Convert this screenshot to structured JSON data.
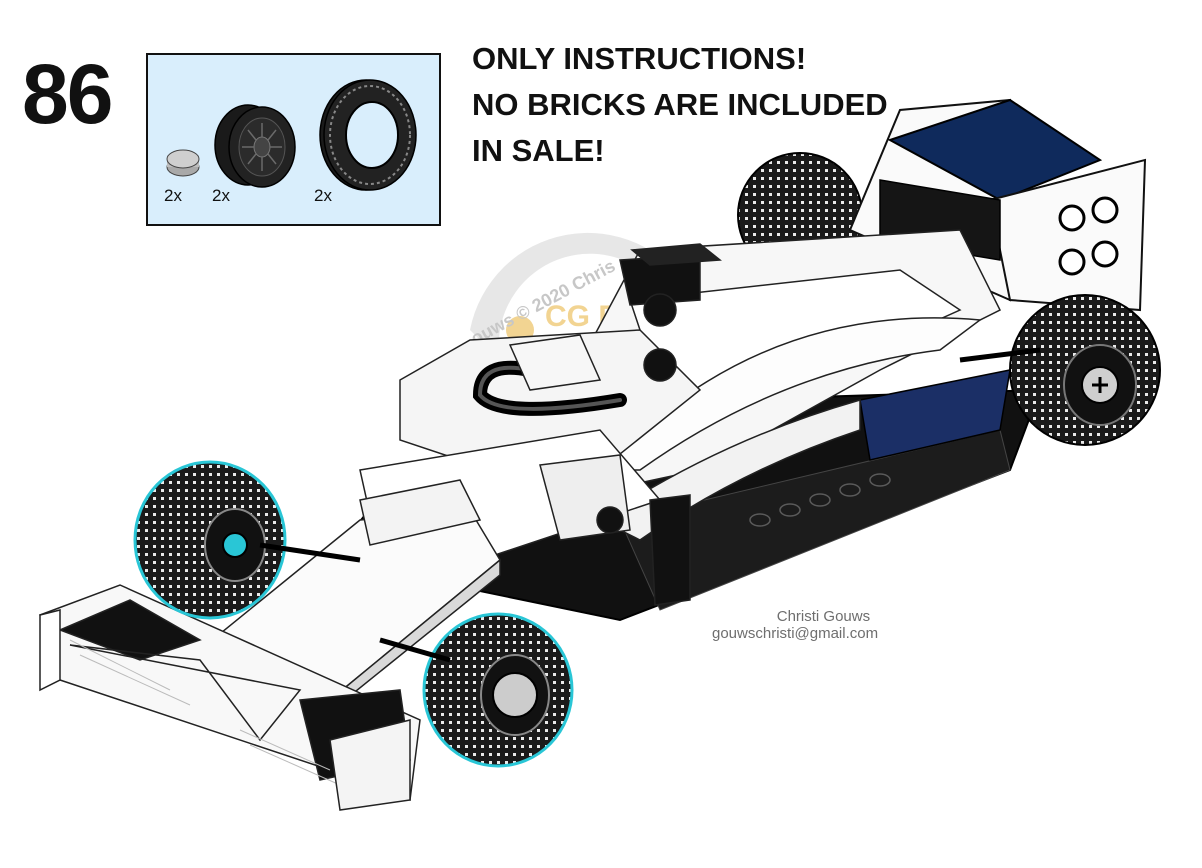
{
  "step": {
    "number": "86"
  },
  "parts": [
    {
      "name": "round tile 1x1",
      "qty": "2x",
      "color": "#c7c7c7"
    },
    {
      "name": "wheel rim",
      "qty": "2x",
      "color": "#111111"
    },
    {
      "name": "tire",
      "qty": "2x",
      "color": "#111111"
    }
  ],
  "notice": {
    "line1": "ONLY INSTRUCTIONS!",
    "line2": "NO BRICKS ARE INCLUDED",
    "line3": "IN SALE!"
  },
  "watermark": {
    "text": "ouws © 2020  Chris",
    "logo": "CG FO"
  },
  "credit": {
    "author": "Christi Gouws",
    "email": "gouwschristi@gmail.com"
  },
  "colors": {
    "panel": "#d9eefc",
    "navy": "#0f2a5c",
    "black": "#111111",
    "highlight": "#29c6d6",
    "watermark_gold": "#e8b23a"
  }
}
